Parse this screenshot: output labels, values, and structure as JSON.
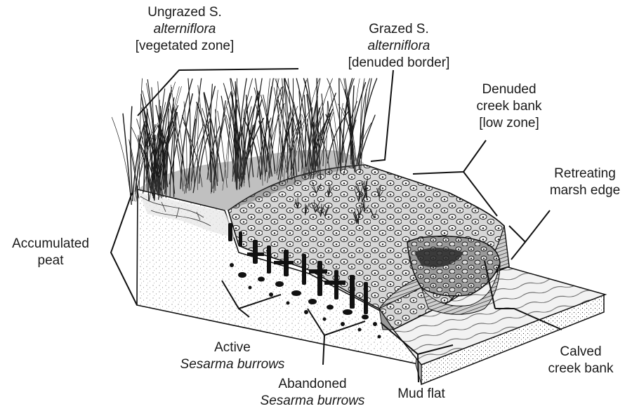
{
  "labels": {
    "ungrazed": {
      "line1": "Ungrazed S.",
      "line2": "alterniflora",
      "line3": "[vegetated zone]"
    },
    "grazed": {
      "line1": "Grazed S.",
      "line2": "alterniflora",
      "line3": "[denuded border]"
    },
    "denuded": {
      "line1": "Denuded",
      "line2": "creek bank",
      "line3": "[low zone]"
    },
    "retreating": {
      "line1": "Retreating",
      "line2": "marsh edge"
    },
    "peat": {
      "line1": "Accumulated",
      "line2": "peat"
    },
    "active": {
      "line1": "Active",
      "line2": "Sesarma burrows"
    },
    "abandoned": {
      "line1": "Abandoned",
      "line2": "Sesarma burrows"
    },
    "mudflat": {
      "line1": "Mud flat"
    },
    "calved": {
      "line1": "Calved",
      "line2": "creek bank"
    }
  }
}
